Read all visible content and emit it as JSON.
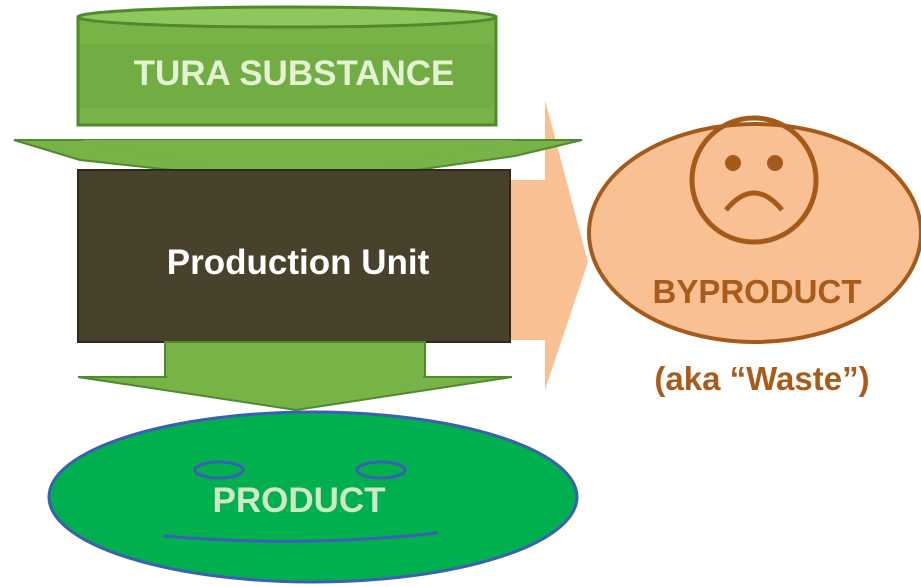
{
  "input": {
    "label": "TURA SUBSTANCE"
  },
  "process": {
    "label": "Production Unit"
  },
  "byproduct": {
    "label": "BYPRODUCT",
    "note": "(aka “Waste”)"
  },
  "product": {
    "label": "PRODUCT"
  },
  "colors": {
    "green_light": "#77b347",
    "green_dark": "#4f8a2c",
    "green_text": "#e3f2d2",
    "unit_fill": "#48412b",
    "arrow_peach": "#f9c193",
    "byproduct_stroke": "#a65a1a",
    "byproduct_text": "#a85b1a",
    "product_fill": "#00b04f",
    "product_stroke": "#3c5eb4",
    "product_text": "#cfe7c4"
  },
  "icons": {
    "byproduct_face": "sad-face-icon",
    "product_face": "smile-face-icon"
  }
}
